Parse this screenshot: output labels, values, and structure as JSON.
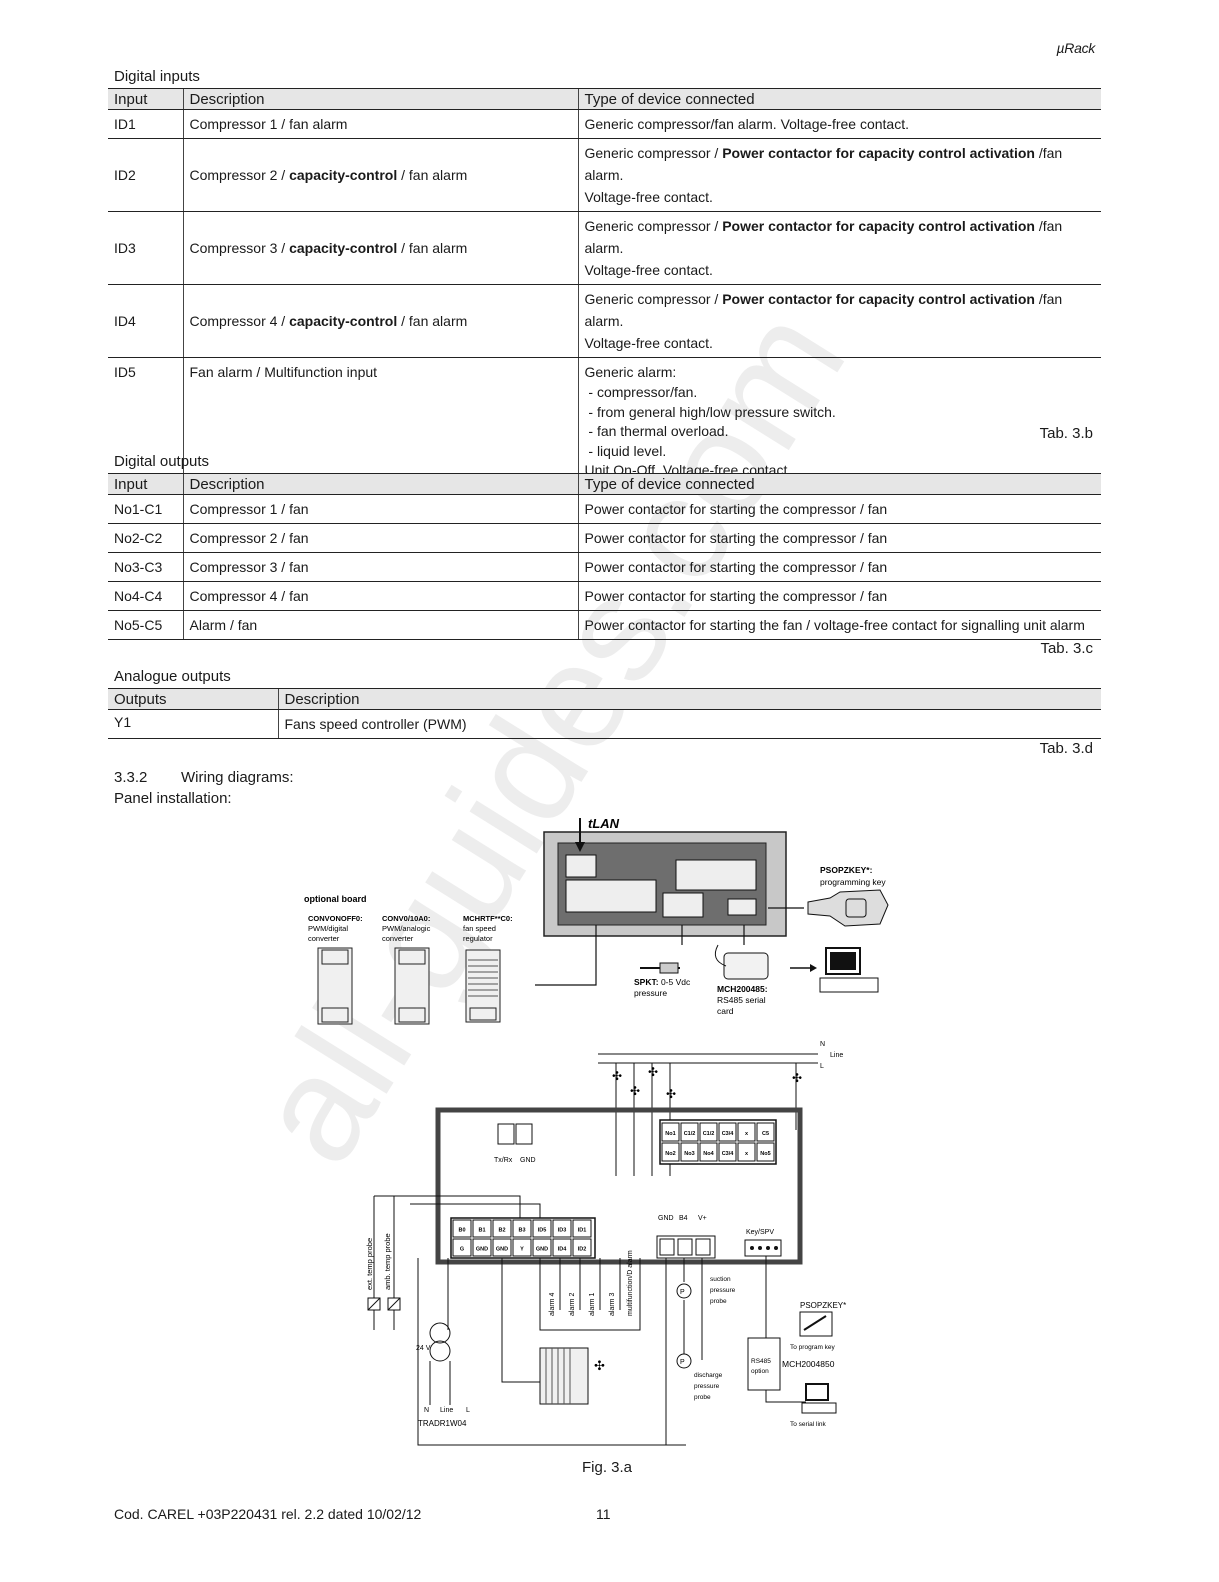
{
  "header": {
    "brand": "µRack"
  },
  "digital_inputs": {
    "title": "Digital inputs",
    "headers": [
      "Input",
      "Description",
      "Type of device connected"
    ],
    "rows": [
      {
        "input": "ID1",
        "desc_a": "Compressor 1 / fan alarm",
        "desc_b": "",
        "desc_c": "",
        "type_a": "Generic compressor/fan alarm. Voltage-free contact.",
        "type_b": "",
        "type_c": "",
        "type_d": ""
      },
      {
        "input": "ID2",
        "desc_a": "Compressor 2 / ",
        "desc_b": "capacity-control",
        "desc_c": " / fan alarm",
        "type_a": "Generic compressor / ",
        "type_b": "Power contactor for capacity control activation",
        "type_c": " /fan alarm.",
        "type_d": "Voltage-free contact."
      },
      {
        "input": "ID3",
        "desc_a": "Compressor 3 / ",
        "desc_b": "capacity-control",
        "desc_c": " / fan alarm",
        "type_a": "Generic compressor / ",
        "type_b": "Power contactor for capacity control activation",
        "type_c": " /fan alarm.",
        "type_d": "Voltage-free contact."
      },
      {
        "input": "ID4",
        "desc_a": "Compressor 4 / ",
        "desc_b": "capacity-control",
        "desc_c": " / fan alarm",
        "type_a": "Generic compressor / ",
        "type_b": "Power contactor for capacity control activation",
        "type_c": " /fan alarm.",
        "type_d": "Voltage-free contact."
      }
    ],
    "row5": {
      "input": "ID5",
      "desc": "Fan alarm / Multifunction input",
      "lines": [
        "Generic alarm:",
        " - compressor/fan.",
        " - from general high/low pressure switch.",
        " - fan thermal overload.",
        " - liquid level.",
        "Unit On-Off. Voltage-free contact."
      ]
    },
    "ref": "Tab. 3.b"
  },
  "digital_outputs": {
    "title": "Digital outputs",
    "headers": [
      "Input",
      "Description",
      "Type of device connected"
    ],
    "rows": [
      {
        "input": "No1-C1",
        "desc": "Compressor 1 / fan",
        "type": "Power contactor for starting the compressor / fan"
      },
      {
        "input": "No2-C2",
        "desc": "Compressor 2 / fan",
        "type": "Power contactor for starting the compressor / fan"
      },
      {
        "input": "No3-C3",
        "desc": "Compressor 3 / fan",
        "type": "Power contactor for starting the compressor / fan"
      },
      {
        "input": "No4-C4",
        "desc": "Compressor 4 / fan",
        "type": "Power contactor for starting the compressor / fan"
      },
      {
        "input": "No5-C5",
        "desc": "Alarm / fan",
        "type": "Power contactor for starting the fan / voltage-free contact for signalling unit alarm"
      }
    ],
    "ref": "Tab. 3.c"
  },
  "analogue_outputs": {
    "title": "Analogue outputs",
    "headers": [
      "Outputs",
      "Description"
    ],
    "rows": [
      {
        "output": "Y1",
        "desc": "Fans speed controller (PWM)"
      }
    ],
    "ref": "Tab. 3.d"
  },
  "wiring": {
    "heading_num": "3.3.2",
    "heading": "Wiring diagrams:",
    "subheading": "Panel installation:"
  },
  "figure": {
    "tlan": "tLAN",
    "optional_board": "optional board",
    "conv_onoff": "CONVONOFF0:",
    "conv_onoff_d1": "PWM/digital",
    "conv_onoff_d2": "converter",
    "conv_0_10": "CONV0/10A0:",
    "conv_0_10_d1": "PWM/analogic",
    "conv_0_10_d2": "converter",
    "mchrtf": "MCHRTF**C0:",
    "mchrtf_d1": "fan speed",
    "mchrtf_d2": "regulator",
    "psopzkey_top": "PSOPZKEY*:",
    "psopzkey_top_d": "programming key",
    "spkt": "SPKT:",
    "spkt_d1": "0-5 Vdc",
    "spkt_d2": "pressure",
    "mch200485": "MCH200485:",
    "mch200485_d1": "RS485 serial",
    "mch200485_d2": "card",
    "n_label": "N",
    "line_label": "Line",
    "l_label": "L",
    "term_top": [
      "No1",
      "C1/2",
      "C1/2",
      "C3/4",
      "x",
      "C5"
    ],
    "term_bottom": [
      "No2",
      "No3",
      "No4",
      "C3/4",
      "x",
      "No5"
    ],
    "tx_rx": "Tx/Rx",
    "gnd": "GND",
    "in_top": [
      "B0",
      "B1",
      "B2",
      "B3",
      "ID5",
      "ID3",
      "ID1"
    ],
    "in_bottom": [
      "G",
      "GND",
      "GND",
      "Y",
      "GND",
      "ID4",
      "ID2"
    ],
    "probe_gnd": "GND",
    "probe_b4": "B4",
    "probe_v": "V+",
    "key_spv": "Key/SPV",
    "ext_probe": "ext. temp probe",
    "amb_probe": "amb. temp probe",
    "alarm4": "alarm 4",
    "alarm2": "alarm 2",
    "alarm1": "alarm 1",
    "alarm3": "alarm 3",
    "multifunction": "multifunction/D alarm",
    "suction_1": "suction",
    "suction_2": "pressure",
    "suction_3": "probe",
    "discharge_1": "discharge",
    "discharge_2": "pressure",
    "discharge_3": "probe",
    "psopzkey_bottom": "PSOPZKEY*",
    "to_program_key": "To program key",
    "rs485_1": "RS485",
    "rs485_2": "option",
    "mch2004850": "MCH2004850",
    "to_serial": "To serial link",
    "v24": "24 V",
    "tr_n": "N",
    "tr_line": "Line",
    "tr_l": "L",
    "tradr": "TRADR1W04"
  },
  "fig_caption": "Fig. 3.a",
  "footer": {
    "code": "Cod. CAREL +03P220431 rel. 2.2 dated  10/02/12",
    "page": "11"
  }
}
